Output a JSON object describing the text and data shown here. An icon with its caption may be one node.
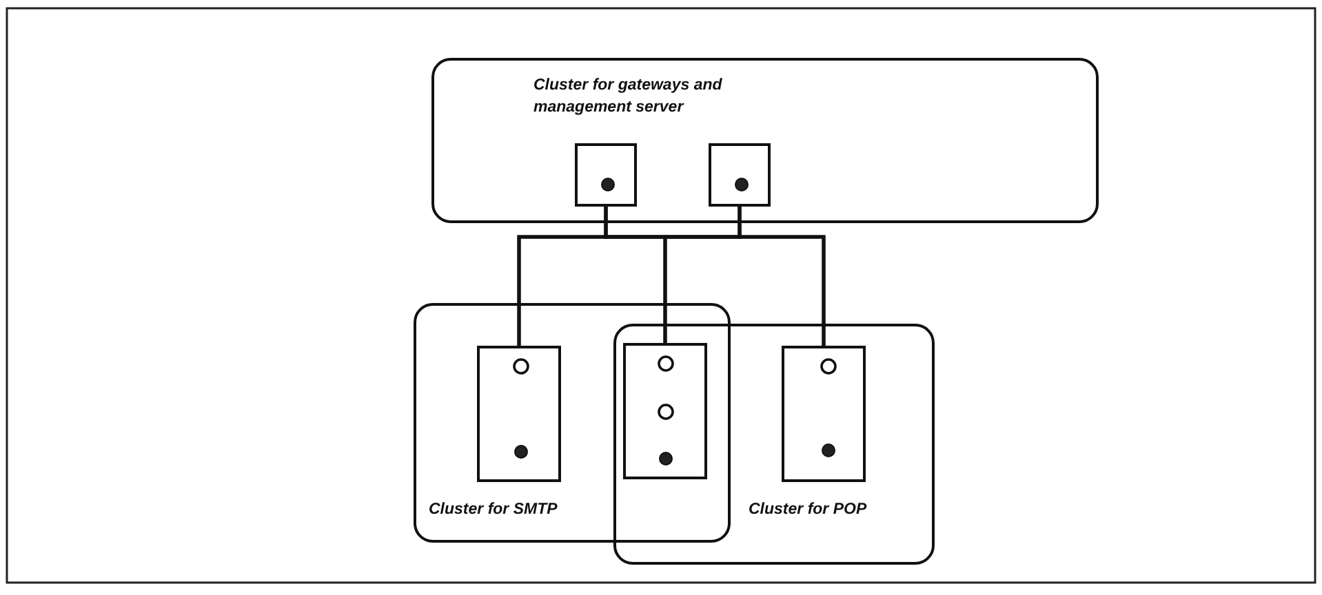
{
  "diagram": {
    "nodes": [
      {
        "text": [
          "Cluster for gateways and management server"
        ]
      },
      {
        "text": [],
        "shape": "box",
        "in": 0
      },
      {
        "text": [],
        "shape": "box",
        "in": 0
      },
      {
        "text": [
          "Cluster for SMTP"
        ]
      },
      {
        "text": [
          "Cluster for POP"
        ]
      },
      {
        "text": [],
        "shape": "box",
        "in": 3
      },
      {
        "text": [],
        "shape": "box"
      },
      {
        "text": [],
        "shape": "box",
        "in": 4
      }
    ],
    "edges": [
      {
        "from": 1,
        "to": 5,
        "arrow": "none"
      },
      {
        "from": 1,
        "to": 6,
        "arrow": "none"
      },
      {
        "from": 1,
        "to": 7,
        "arrow": "none"
      },
      {
        "from": 2,
        "to": 5,
        "arrow": "none"
      },
      {
        "from": 2,
        "to": 6,
        "arrow": "none"
      },
      {
        "from": 2,
        "to": 7,
        "arrow": "none"
      }
    ]
  }
}
